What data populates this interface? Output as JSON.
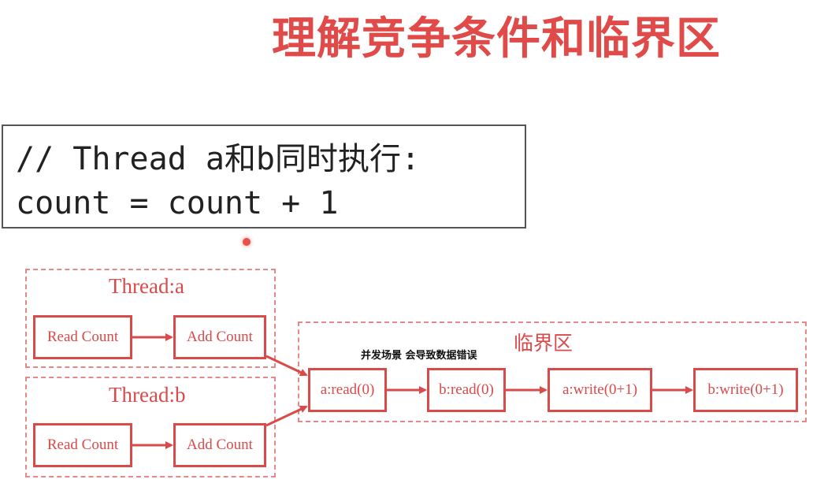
{
  "title": "理解竞争条件和临界区",
  "code": {
    "line1": "// Thread a和b同时执行:",
    "line2": "count = count + 1"
  },
  "thread_a": {
    "label": "Thread:a",
    "read": "Read Count",
    "add": "Add Count"
  },
  "thread_b": {
    "label": "Thread:b",
    "read": "Read Count",
    "add": "Add Count"
  },
  "critical": {
    "label": "临界区",
    "note": "并发场景 会导致数据错误",
    "steps": [
      "a:read(0)",
      "b:read(0)",
      "a:write(0+1)",
      "b:write(0+1)"
    ]
  },
  "colors": {
    "title": "#e04a48",
    "diagram": "#d94a4a",
    "dashed": "#e38a89"
  }
}
